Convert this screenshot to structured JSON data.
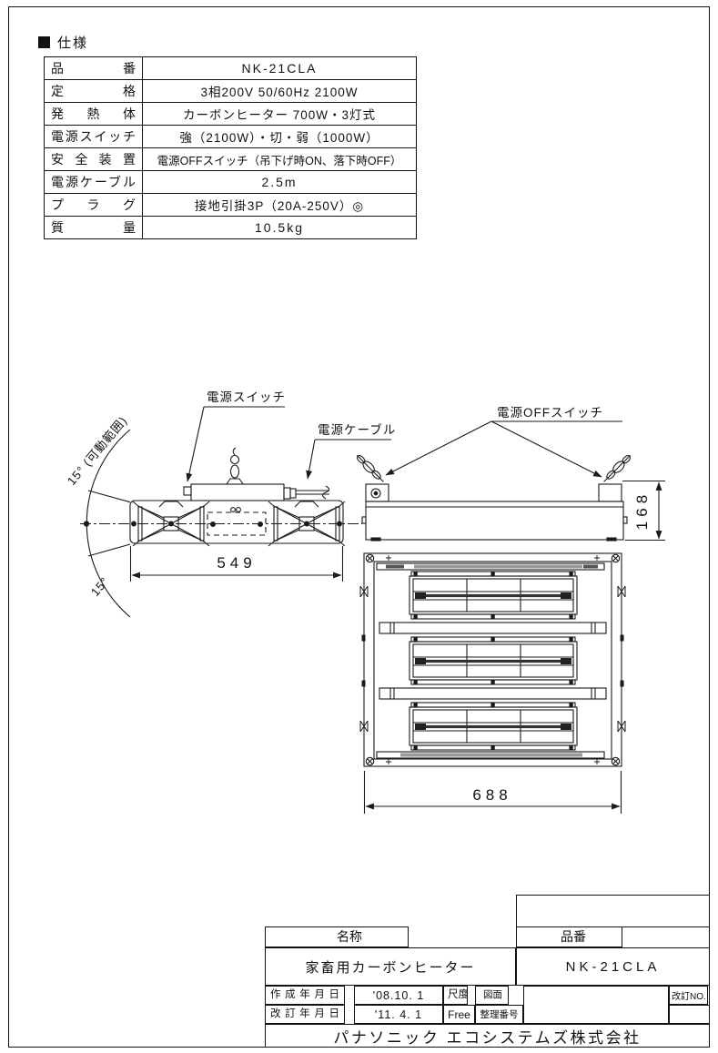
{
  "spec": {
    "section_title": "仕様",
    "rows": [
      {
        "label": "品番",
        "value": "NK-21CLA"
      },
      {
        "label": "定格",
        "value": "3相200V 50/60Hz 2100W"
      },
      {
        "label": "発熱体",
        "value": "カーボンヒーター 700W・3灯式"
      },
      {
        "label": "電源スイッチ",
        "value": "強（2100W）・切・弱（1000W）"
      },
      {
        "label": "安全装置",
        "value": "電源OFFスイッチ（吊下げ時ON、落下時OFF）"
      },
      {
        "label": "電源ケーブル",
        "value": "2.5m"
      },
      {
        "label": "プラグ",
        "value": "接地引掛3P（20A-250V）◎"
      },
      {
        "label": "質量",
        "value": "10.5kg"
      }
    ]
  },
  "drawing": {
    "labels": {
      "power_switch": "電源スイッチ",
      "power_cable": "電源ケーブル",
      "power_off_switch": "電源OFFスイッチ",
      "tilt_range_top": "15° (可動範囲)",
      "tilt_range_bottom": "15°"
    },
    "dims": {
      "side_width": "549",
      "front_height": "168",
      "plan_width": "688"
    }
  },
  "title_block": {
    "name_header": "名称",
    "part_header": "品番",
    "name_value": "家畜用カーボンヒーター",
    "part_value": "NK-21CLA",
    "created_label": "作成年月日",
    "created_value": "'08.10. 1",
    "revised_label": "改訂年月日",
    "revised_value": "'11. 4. 1",
    "scale_label": "尺度",
    "scale_value": "Free",
    "drawing_no_label_line1": "図面",
    "drawing_no_label_line2": "整理番号",
    "revision_no_label": "改訂NO.",
    "company": "パナソニック エコシステムズ株式会社"
  }
}
